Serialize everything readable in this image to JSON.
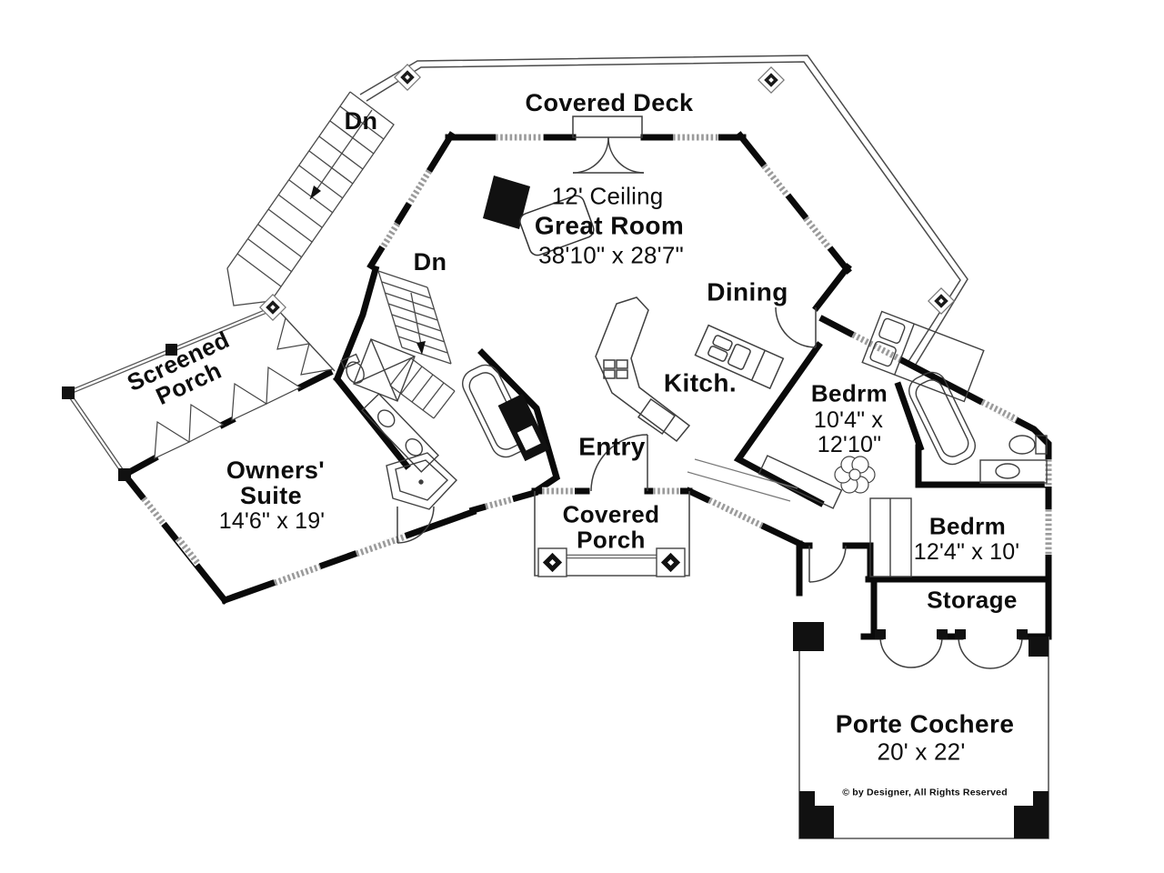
{
  "plan": {
    "rooms": {
      "covered_deck": {
        "label": "Covered Deck"
      },
      "great_room": {
        "line1": "12' Ceiling",
        "line2": "Great Room",
        "line3": "38'10\" x 28'7\""
      },
      "dining": {
        "label": "Dining"
      },
      "kitchen": {
        "label": "Kitch."
      },
      "entry": {
        "label": "Entry"
      },
      "screened_porch": {
        "line1": "Screened",
        "line2": "Porch"
      },
      "owners_suite": {
        "line1": "Owners'",
        "line2": "Suite",
        "line3": "14'6\" x 19'"
      },
      "covered_porch": {
        "line1": "Covered",
        "line2": "Porch"
      },
      "bedroom_1": {
        "line1": "Bedrm",
        "line2": "10'4\" x",
        "line3": "12'10\""
      },
      "bedroom_2": {
        "line1": "Bedrm",
        "line2": "12'4\" x 10'"
      },
      "storage": {
        "label": "Storage"
      },
      "porte_cochere": {
        "line1": "Porte Cochere",
        "line2": "20' x 22'"
      }
    },
    "stairs": {
      "down_label_upper": "Dn",
      "down_label_lower": "Dn"
    },
    "copyright": "© by Designer, All Rights Reserved",
    "colors": {
      "wall": "#0a0a0a",
      "thin_line": "#3f3f3f",
      "window": "#9b9b9b",
      "background": "#ffffff",
      "text": "#0d0d0d"
    }
  }
}
